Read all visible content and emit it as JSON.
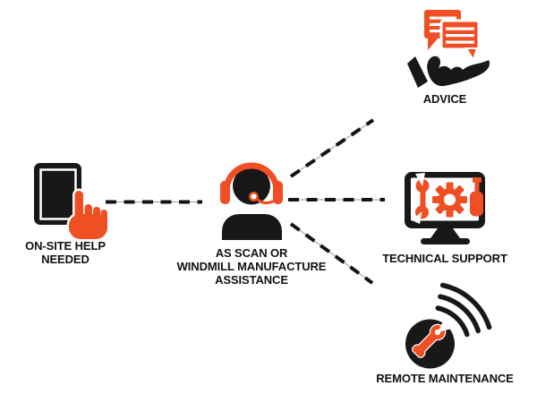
{
  "diagram_title": "support-assistance-flow",
  "colors": {
    "accent_orange": "#F04E23",
    "icon_black": "#181818",
    "connector_thin": "#9B9B9B",
    "connector_dash": "#141414",
    "text": "#111111",
    "background": "#FFFFFF"
  },
  "nodes": {
    "onsite_help": {
      "icon": "tablet-touch-icon",
      "label_lines": [
        "ON-SITE HELP",
        "NEEDED"
      ]
    },
    "call_center": {
      "icon": "support-agent-headset-icon",
      "label_lines": [
        "AS SCAN OR",
        "WINDMILL MANUFACTURE",
        "ASSISTANCE"
      ]
    },
    "advice": {
      "icon": "chat-bubbles-hand-icon",
      "label": "ADVICE"
    },
    "technical_support": {
      "icon": "monitor-tools-icon",
      "label": "TECHNICAL SUPPORT"
    },
    "remote_maintenance": {
      "icon": "wrench-signal-icon",
      "label": "REMOTE MAINTENANCE"
    }
  },
  "connections": [
    {
      "from": "onsite_help",
      "to": "call_center",
      "style": "dashed"
    },
    {
      "from": "call_center",
      "to": "advice",
      "style": "dashed"
    },
    {
      "from": "call_center",
      "to": "technical_support",
      "style": "dashed"
    },
    {
      "from": "call_center",
      "to": "remote_maintenance",
      "style": "dashed"
    }
  ]
}
